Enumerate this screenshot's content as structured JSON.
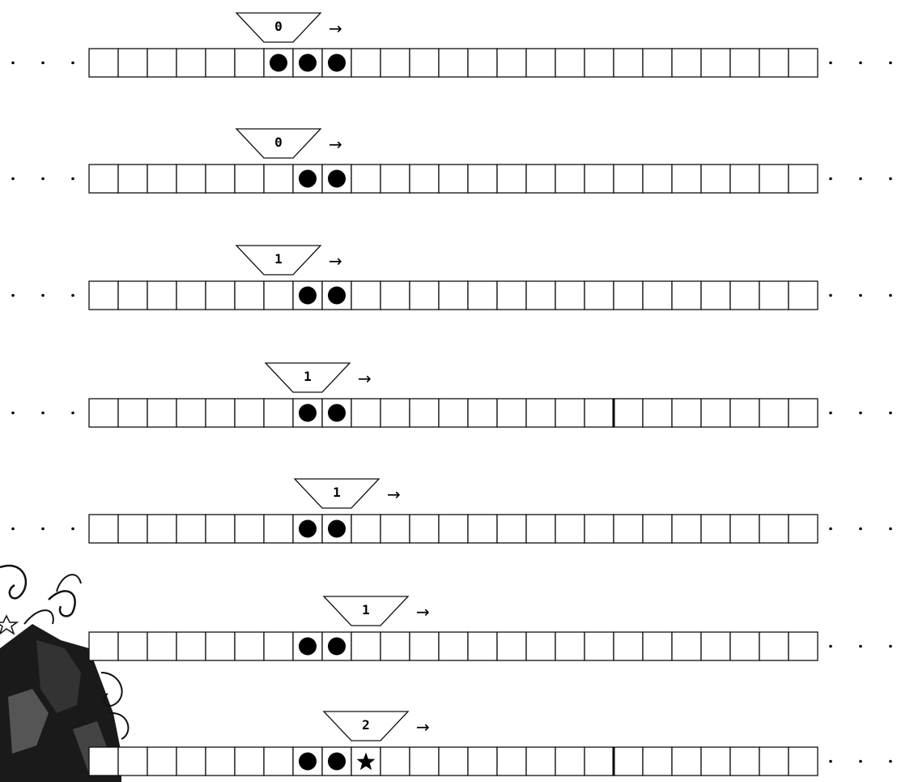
{
  "rows": [
    {
      "state": "0",
      "cells": [
        "",
        "",
        "",
        "",
        "",
        "",
        "dot",
        "dot",
        "dot",
        "",
        "",
        "",
        "",
        "",
        "",
        "",
        "",
        "",
        "",
        "",
        "",
        "",
        "",
        "",
        ""
      ],
      "head_cell": 6,
      "dots_left": true,
      "dots_right": true,
      "marker_after_cell": null
    },
    {
      "state": "0",
      "cells": [
        "",
        "",
        "",
        "",
        "",
        "",
        "",
        "dot",
        "dot",
        "",
        "",
        "",
        "",
        "",
        "",
        "",
        "",
        "",
        "",
        "",
        "",
        "",
        "",
        "",
        ""
      ],
      "head_cell": 6,
      "dots_left": true,
      "dots_right": true,
      "marker_after_cell": null
    },
    {
      "state": "1",
      "cells": [
        "",
        "",
        "",
        "",
        "",
        "",
        "",
        "dot",
        "dot",
        "",
        "",
        "",
        "",
        "",
        "",
        "",
        "",
        "",
        "",
        "",
        "",
        "",
        "",
        "",
        ""
      ],
      "head_cell": 6,
      "dots_left": true,
      "dots_right": true,
      "marker_after_cell": null
    },
    {
      "state": "1",
      "cells": [
        "",
        "",
        "",
        "",
        "",
        "",
        "",
        "dot",
        "dot",
        "",
        "",
        "",
        "",
        "",
        "",
        "",
        "",
        "",
        "",
        "",
        "",
        "",
        "",
        "",
        ""
      ],
      "head_cell": 7,
      "dots_left": true,
      "dots_right": true,
      "marker_after_cell": 17
    },
    {
      "state": "1",
      "cells": [
        "",
        "",
        "",
        "",
        "",
        "",
        "",
        "dot",
        "dot",
        "",
        "",
        "",
        "",
        "",
        "",
        "",
        "",
        "",
        "",
        "",
        "",
        "",
        "",
        "",
        ""
      ],
      "head_cell": 8,
      "dots_left": true,
      "dots_right": true,
      "marker_after_cell": null
    },
    {
      "state": "1",
      "cells": [
        "",
        "",
        "",
        "",
        "",
        "",
        "",
        "dot",
        "dot",
        "",
        "",
        "",
        "",
        "",
        "",
        "",
        "",
        "",
        "",
        "",
        "",
        "",
        "",
        "",
        ""
      ],
      "head_cell": 9,
      "dots_left": false,
      "dots_right": true,
      "marker_after_cell": null
    },
    {
      "state": "2",
      "cells": [
        "",
        "",
        "",
        "",
        "",
        "",
        "",
        "dot",
        "dot",
        "star",
        "",
        "",
        "",
        "",
        "",
        "",
        "",
        "",
        "",
        "",
        "",
        "",
        "",
        "",
        ""
      ],
      "head_cell": 9,
      "dots_left": false,
      "dots_right": true,
      "marker_after_cell": 17
    }
  ],
  "direction_arrow": "→",
  "ellipsis_dot_count": 3,
  "illustration": "engraving of a hooded figure with decorative vines"
}
